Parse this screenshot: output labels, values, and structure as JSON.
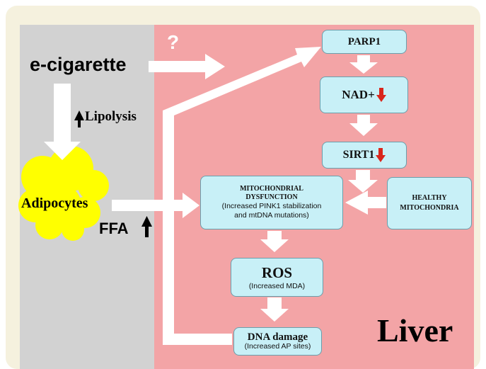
{
  "labels": {
    "question": "?",
    "ecig": "e-cigarette",
    "lipolysis": "Lipolysis",
    "adipocytes": "Adipocytes",
    "ffa": "FFA",
    "liver": "Liver"
  },
  "boxes": {
    "parp1": "PARP1",
    "nad": "NAD+",
    "sirt1": "SIRT1",
    "mito_title_1": "MITOCHONDRIAL",
    "mito_title_2": "DYSFUNCTION",
    "mito_detail_1": "(Increased PINK1 stabilization",
    "mito_detail_2": "and  mtDNA mutations)",
    "healthy_1": "HEALTHY",
    "healthy_2": "MITOCHONDRIA",
    "ros": "ROS",
    "ros_detail": "(Increased MDA)",
    "dna": "DNA damage",
    "dna_detail": "(Increased AP sites)"
  },
  "colors": {
    "left_zone": "#d2d2d2",
    "liver_zone": "#f3a4a6",
    "box_fill": "#c8f0f7",
    "adipocyte": "#ffff00",
    "down_arrow_red": "#d9261c"
  }
}
